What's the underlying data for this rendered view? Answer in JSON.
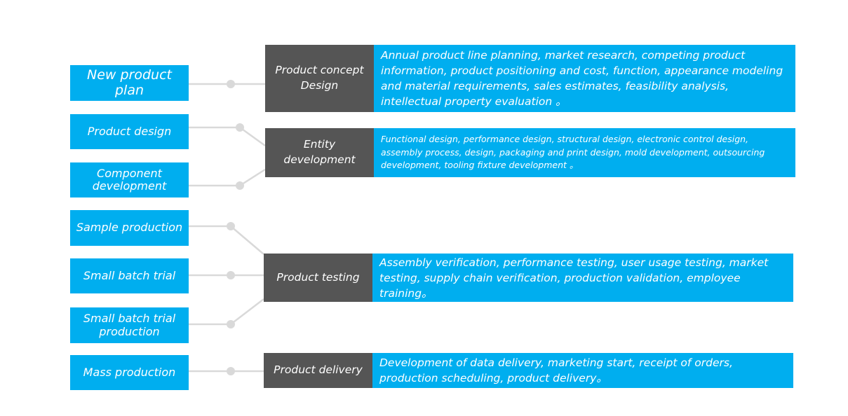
{
  "colors": {
    "accent_blue": "#00aeef",
    "stage_gray": "#555555",
    "connector_gray": "#d9d9d9",
    "text": "#ffffff"
  },
  "left_items": [
    "New product plan",
    "Product design",
    "Component development",
    "Sample production",
    "Small batch trial",
    "Small batch trial production",
    "Mass production"
  ],
  "stages": [
    {
      "title": "Product concept Design",
      "description": "Annual product line planning, market research, competing product information, product positioning and cost, function, appearance modeling and material requirements, sales estimates, feasibility analysis, intellectual property evaluation 。"
    },
    {
      "title": "Entity development",
      "description": "Functional design, performance design, structural design, electronic control design, assembly process, design, packaging and print design, mold development, outsourcing development, tooling fixture development 。"
    },
    {
      "title": "Product testing",
      "description": "Assembly verification, performance testing, user usage testing, market testing, supply chain verification, production validation, employee training。"
    },
    {
      "title": "Product delivery",
      "description": "Development of data delivery, marketing start, receipt of orders, production scheduling, product delivery。"
    }
  ]
}
